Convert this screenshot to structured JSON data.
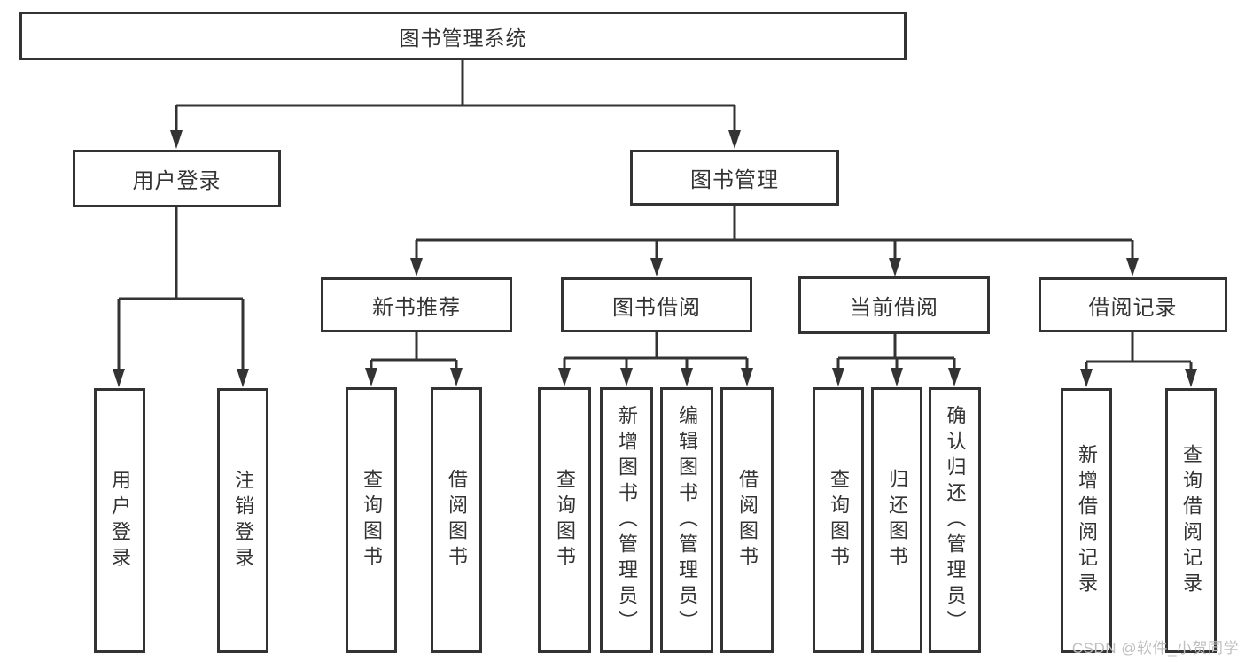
{
  "colors": {
    "line": "#333333",
    "text": "#333333",
    "box_background": "#ffffff",
    "watermark_text_color": "#bfbfbf"
  },
  "tree": {
    "root": {
      "label": "图书管理系统"
    },
    "branches": [
      {
        "label": "用户登录",
        "children": [
          {
            "label": "用户登录"
          },
          {
            "label": "注销登录"
          }
        ]
      },
      {
        "label": "图书管理",
        "children": [
          {
            "label": "新书推荐",
            "children": [
              {
                "label": "查询图书"
              },
              {
                "label": "借阅图书"
              }
            ]
          },
          {
            "label": "图书借阅",
            "children": [
              {
                "label": "查询图书"
              },
              {
                "label": "新增图书（管理员）"
              },
              {
                "label": "编辑图书（管理员）"
              },
              {
                "label": "借阅图书"
              }
            ]
          },
          {
            "label": "当前借阅",
            "children": [
              {
                "label": "查询图书"
              },
              {
                "label": "归还图书"
              },
              {
                "label": "确认归还（管理员）"
              }
            ]
          },
          {
            "label": "借阅记录",
            "children": [
              {
                "label": "新增借阅记录"
              },
              {
                "label": "查询借阅记录"
              }
            ]
          }
        ]
      }
    ]
  },
  "watermark": {
    "text": "CSDN @软件_小贺同学"
  }
}
